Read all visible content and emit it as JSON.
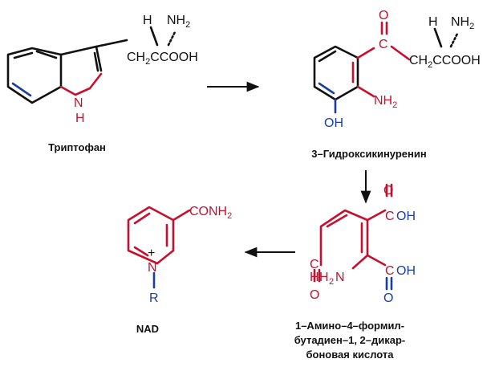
{
  "compounds": {
    "tryptophan": {
      "name": "Триптофан",
      "nh": "H",
      "h_label": "H",
      "nh2": "NH",
      "nh2_sub": "2",
      "chain_a": "CH",
      "chain_sub": "2",
      "chain_b": "CCOOH"
    },
    "hydroxykynurenine": {
      "name": "3–Гидроксикинуренин",
      "oh": "OH",
      "nh2": "NH",
      "nh2_sub": "2",
      "carbonyl_o": "O",
      "carbonyl_c": "C",
      "h_label": "H",
      "top_nh2": "NH",
      "top_nh2_sub": "2",
      "chain_a": "CH",
      "chain_sub": "2",
      "chain_b": "CCOOH"
    },
    "aminoacid": {
      "name_line1": "1–Амино–4–формил-",
      "name_line2": "бутадиен–1, 2–дикар-",
      "name_line3": "боновая кислота",
      "o_top": "O",
      "cooh_c_top": "C",
      "oh_top": "OH",
      "ch_c": "C",
      "ch_h": "H",
      "nh2_h": "H",
      "nh2_n": "N",
      "nh2_sub": "2",
      "o_left": "O",
      "cooh_c_bottom": "C",
      "oh_bottom": "OH",
      "o_bottom": "O"
    },
    "nad": {
      "name": "NAD",
      "conh2": "CONH",
      "conh2_sub": "2",
      "n_plus": "N",
      "charge": "+",
      "r": "R"
    }
  },
  "colors": {
    "black": "#111111",
    "red": "#c8102e",
    "blue": "#1a3ea8"
  }
}
